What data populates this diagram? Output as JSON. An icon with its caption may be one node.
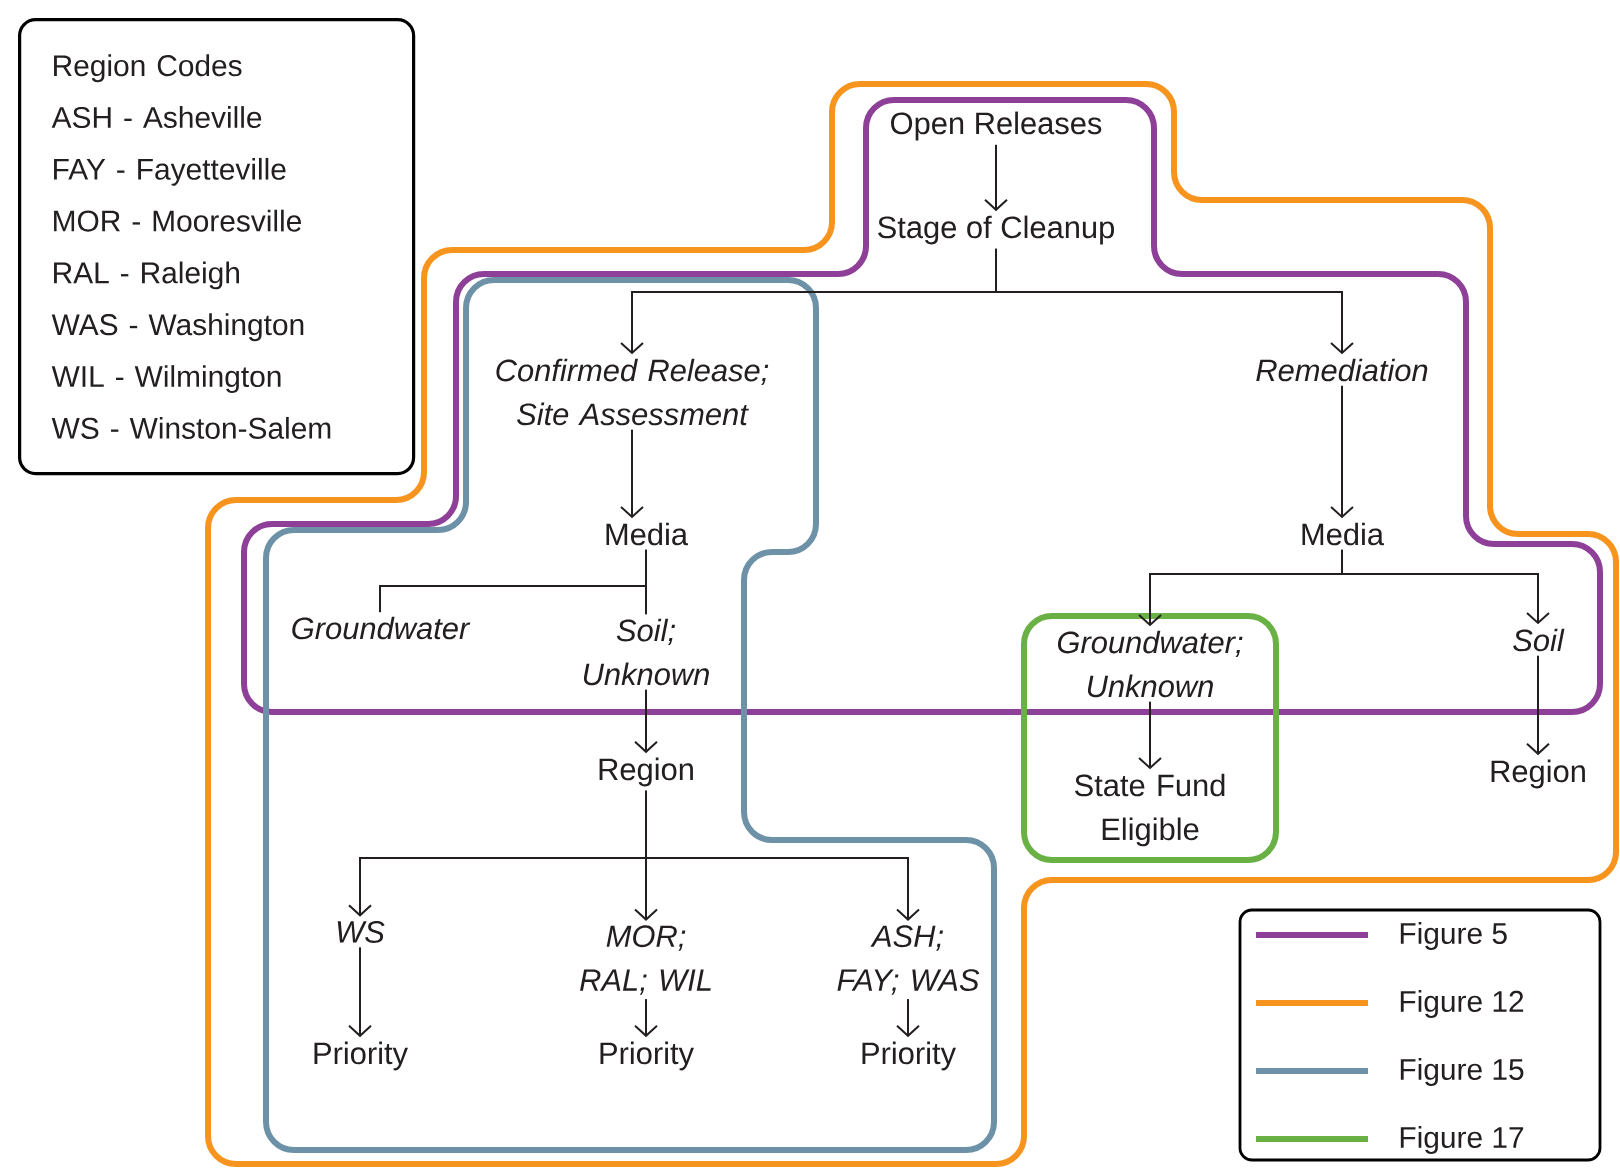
{
  "diagram": {
    "nodes": [
      {
        "text": [
          "Region Codes",
          "ASH - Asheville",
          "FAY - Fayetteville",
          "MOR - Mooresville",
          "RAL - Raleigh",
          "WAS - Washington",
          "WIL - Wilmington",
          "WS - Winston-Salem"
        ]
      },
      {
        "text": [
          "Open Releases"
        ]
      },
      {
        "text": [
          "Stage of Cleanup"
        ]
      },
      {
        "text": [
          "Confirmed Release; Site Assessment"
        ]
      },
      {
        "text": [
          "Remediation"
        ]
      },
      {
        "text": [
          "Media"
        ]
      },
      {
        "text": [
          "Groundwater"
        ]
      },
      {
        "text": [
          "Soil; Unknown"
        ]
      },
      {
        "text": [
          "Region"
        ]
      },
      {
        "text": [
          "WS"
        ]
      },
      {
        "text": [
          "MOR; RAL; WIL"
        ]
      },
      {
        "text": [
          "ASH; FAY; WAS"
        ]
      },
      {
        "text": [
          "Priority"
        ]
      },
      {
        "text": [
          "Priority"
        ]
      },
      {
        "text": [
          "Priority"
        ]
      },
      {
        "text": [
          "Media"
        ]
      },
      {
        "text": [
          "Groundwater; Unknown"
        ]
      },
      {
        "text": [
          "State Fund Eligible"
        ]
      },
      {
        "text": [
          "Soil"
        ]
      },
      {
        "text": [
          "Region"
        ]
      }
    ],
    "edges": [
      {
        "from": 1,
        "to": 2,
        "arrow": "to"
      },
      {
        "from": 2,
        "to": 3,
        "arrow": "to"
      },
      {
        "from": 2,
        "to": 4,
        "arrow": "to"
      },
      {
        "from": 3,
        "to": 5,
        "arrow": "to"
      },
      {
        "from": 5,
        "to": 6,
        "arrow": "none"
      },
      {
        "from": 5,
        "to": 7,
        "arrow": "none"
      },
      {
        "from": 7,
        "to": 8,
        "arrow": "to"
      },
      {
        "from": 8,
        "to": 9,
        "arrow": "to"
      },
      {
        "from": 8,
        "to": 10,
        "arrow": "to"
      },
      {
        "from": 8,
        "to": 11,
        "arrow": "to"
      },
      {
        "from": 9,
        "to": 12,
        "arrow": "to"
      },
      {
        "from": 10,
        "to": 13,
        "arrow": "to"
      },
      {
        "from": 11,
        "to": 14,
        "arrow": "to"
      },
      {
        "from": 4,
        "to": 15,
        "arrow": "to"
      },
      {
        "from": 15,
        "to": 16,
        "arrow": "to"
      },
      {
        "from": 15,
        "to": 18,
        "arrow": "to"
      },
      {
        "from": 16,
        "to": 17,
        "arrow": "to"
      },
      {
        "from": 18,
        "to": 19,
        "arrow": "to"
      }
    ],
    "legend": [
      {
        "text": "Figure 5",
        "color": "#8e3f98"
      },
      {
        "text": "Figure 12",
        "color": "#f7941d"
      },
      {
        "text": "Figure 15",
        "color": "#6d92a8"
      },
      {
        "text": "Figure 17",
        "color": "#6ab145"
      }
    ]
  }
}
